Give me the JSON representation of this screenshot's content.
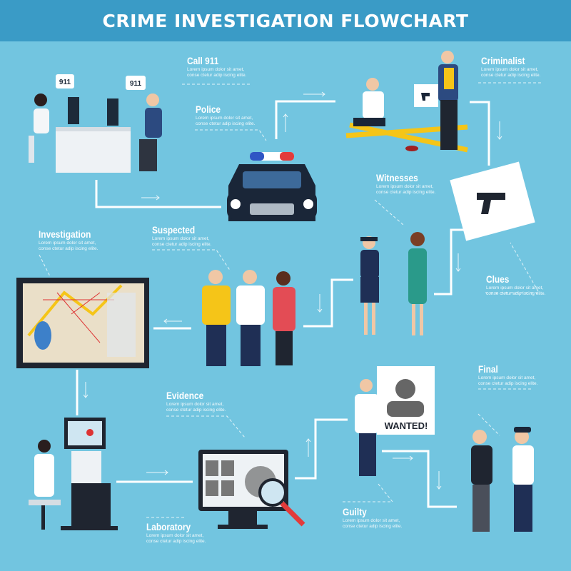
{
  "title": "CRIME INVESTIGATION FLOWCHART",
  "steps": {
    "call911": {
      "title": "Call 911",
      "desc": "Lorem ipsum dolor sit amet, conse ctetur adip iscing elite."
    },
    "police": {
      "title": "Police",
      "desc": "Lorem ipsum dolor sit amet, conse ctetur adip iscing elite."
    },
    "criminalist": {
      "title": "Criminalist",
      "desc": "Lorem ipsum dolor sit amet, conse ctetur adip iscing elite."
    },
    "witnesses": {
      "title": "Witnesses",
      "desc": "Lorem ipsum dolor sit amet, conse ctetur adip iscing elite."
    },
    "investigation": {
      "title": "Investigation",
      "desc": "Lorem ipsum dolor sit amet, conse ctetur adip iscing elite."
    },
    "suspected": {
      "title": "Suspected",
      "desc": "Lorem ipsum dolor sit amet, conse ctetur adip iscing elite."
    },
    "clues": {
      "title": "Clues",
      "desc": "Lorem ipsum dolor sit amet, conse ctetur adip iscing elite."
    },
    "evidence": {
      "title": "Evidence",
      "desc": "Lorem ipsum dolor sit amet, conse ctetur adip iscing elite."
    },
    "final": {
      "title": "Final",
      "desc": "Lorem ipsum dolor sit amet, conse ctetur adip iscing elite."
    },
    "guilty": {
      "title": "Guilty",
      "desc": "Lorem ipsum dolor sit amet, conse ctetur adip iscing elite."
    },
    "laboratory": {
      "title": "Laboratory",
      "desc": "Lorem ipsum dolor sit amet, conse ctetur adip iscing elite."
    }
  },
  "bubbles": {
    "left": "911",
    "right": "911"
  },
  "poster": "WANTED!",
  "colors": {
    "background": "#72c5e0",
    "header": "#3a9bc6",
    "line": "#ffffff"
  }
}
